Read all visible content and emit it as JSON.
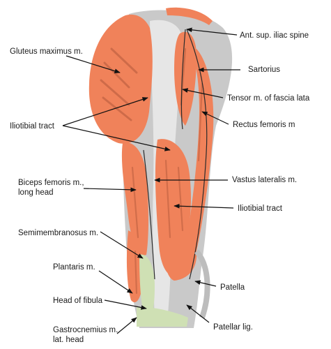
{
  "labels": {
    "gluteus_maximus": "Gluteus maximus m.",
    "iliotibial_tract_left": "Iliotibial tract",
    "biceps_femoris": "Biceps femoris m.,\nlong head",
    "semimembranosus": "Semimembranosus m.",
    "plantaris": "Plantaris m.",
    "head_of_fibula": "Head of fibula",
    "gastrocnemius": "Gastrocnemius m.\nlat. head",
    "ant_sup_iliac_spine": "Ant. sup. iliac spine",
    "sartorius": "Sartorius",
    "tensor_fascia_lata": "Tensor m. of fascia lata",
    "rectus_femoris": "Rectus femoris m",
    "vastus_lateralis": "Vastus lateralis m.",
    "iliotibial_tract_right": "Iliotibial tract",
    "patella": "Patella",
    "patellar_lig": "Patellar lig."
  },
  "colors": {
    "muscle": "#f0825a",
    "muscle_dark": "#c8603d",
    "muscle_stripe": "#b45a3c",
    "tendon": "#c9c9c9",
    "tendon_light": "#e6e6e6",
    "bone_green": "#cfe0b4",
    "line": "#111111"
  }
}
